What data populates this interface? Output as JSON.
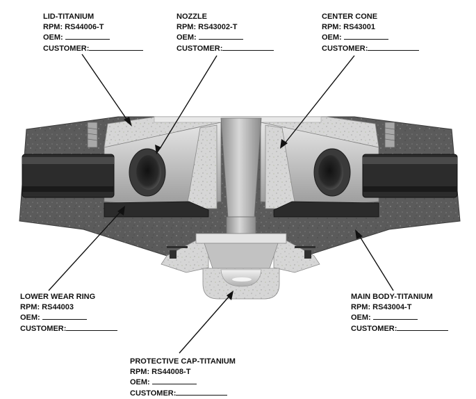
{
  "callouts": {
    "lid": {
      "name": "LID-TITANIUM",
      "rpm": "RPM: RS44006-T",
      "oem": "OEM:",
      "customer": "CUSTOMER:"
    },
    "nozzle": {
      "name": "NOZZLE",
      "rpm": "RPM: RS43002-T",
      "oem": "OEM:",
      "customer": "CUSTOMER:"
    },
    "center_cone": {
      "name": "CENTER CONE",
      "rpm": "RPM: RS43001",
      "oem": "OEM:",
      "customer": "CUSTOMER:"
    },
    "lower_wear_ring": {
      "name": "LOWER WEAR RING",
      "rpm": "RPM: RS44003",
      "oem": "OEM:",
      "customer": "CUSTOMER:"
    },
    "main_body": {
      "name": "MAIN BODY-TITANIUM",
      "rpm": "RPM: RS43004-T",
      "oem": "OEM:",
      "customer": "CUSTOMER:"
    },
    "protective_cap": {
      "name": "PROTECTIVE CAP-TITANIUM",
      "rpm": "RPM: RS44008-T",
      "oem": "OEM:",
      "customer": "CUSTOMER:"
    }
  },
  "colors": {
    "body_outer": "#5a5a5a",
    "body_inner_light": "#d4d4d4",
    "dark_part": "#2e2e2e",
    "steel_light": "#c9c9c9",
    "steel_mid": "#9a9a9a",
    "leader_line": "#111111"
  }
}
